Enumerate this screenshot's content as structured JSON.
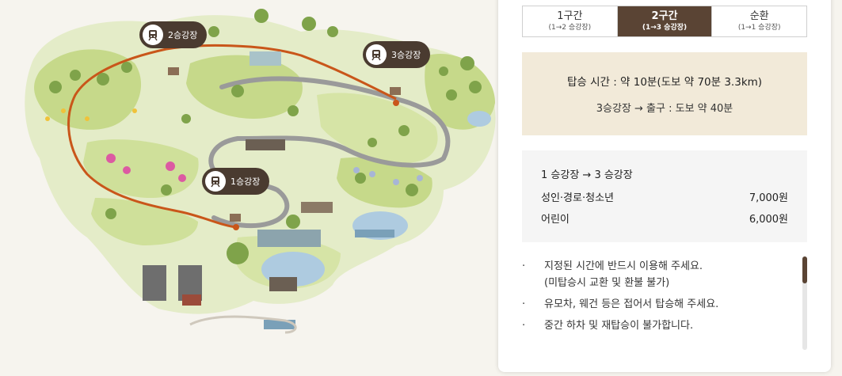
{
  "map": {
    "stations": [
      {
        "label": "2승강장"
      },
      {
        "label": "3승강장"
      },
      {
        "label": "1승강장"
      }
    ],
    "colors": {
      "route": "#c9561a",
      "path": "#9a9a9a",
      "grass": "#c6d98a",
      "dark": "#4a3b30"
    }
  },
  "tabs": [
    {
      "title": "1구간",
      "sub": "(1→2 승강장)"
    },
    {
      "title": "2구간",
      "sub": "(1→3 승강장)",
      "active": true
    },
    {
      "title": "순환",
      "sub": "(1→1 승강장)"
    }
  ],
  "info": {
    "time": "탑승 시간 : 약 10분(도보 약 70분 3.3km)",
    "exit": "3승강장  →  출구 : 도보 약 40분"
  },
  "fare": {
    "route": "1 승강장  →  3 승강장",
    "rows": [
      {
        "label": "성인·경로·청소년",
        "price": "7,000원"
      },
      {
        "label": "어린이",
        "price": "6,000원"
      }
    ]
  },
  "notes": [
    "지정된 시간에 반드시 이용해 주세요.\n(미탑승시 교환 및 환불 불가)",
    "유모차, 웨건 등은 접어서 탑승해 주세요.",
    "중간 하차 및 재탑승이 불가합니다."
  ]
}
